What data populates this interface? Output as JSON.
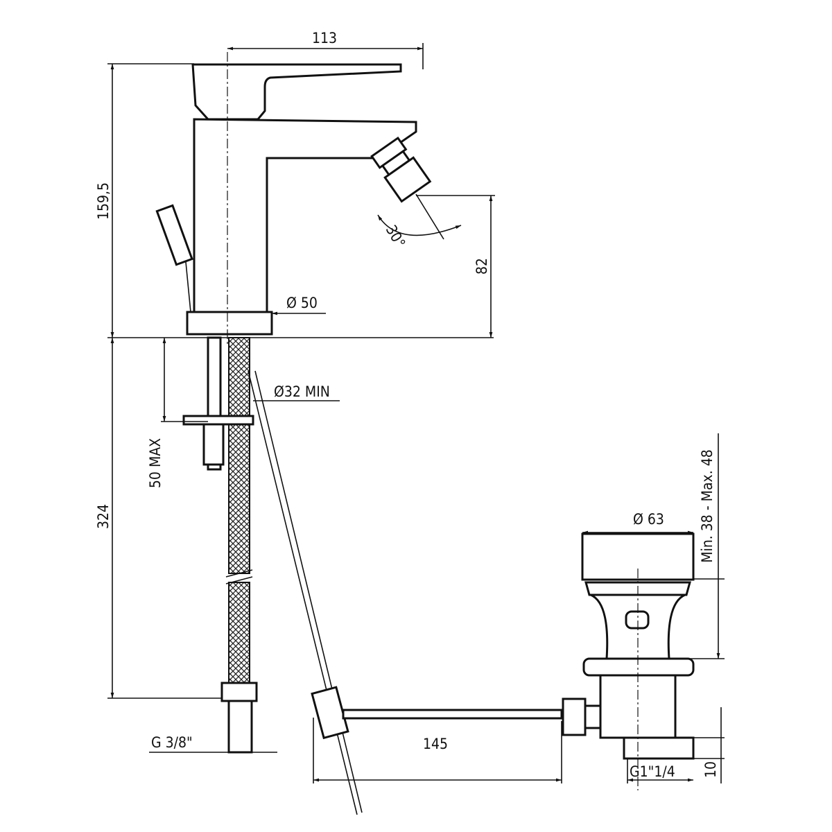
{
  "title": "Bidet mixer technical drawing",
  "dimensions": {
    "overall_width": "113",
    "overall_height": "159,5",
    "spray_angle": "30°",
    "spout_height": "82",
    "base_diameter": "Ø 50",
    "hose_length": "324",
    "hole_diameter": "Ø32 MIN",
    "max_thickness": "50 MAX",
    "waste_diameter": "Ø 63",
    "waste_range": "Min. 38 - Max. 48",
    "rod_length": "145",
    "inlet_thread": "G 3/8\"",
    "waste_thread": "G1\"1/4",
    "tail_length": "10"
  }
}
